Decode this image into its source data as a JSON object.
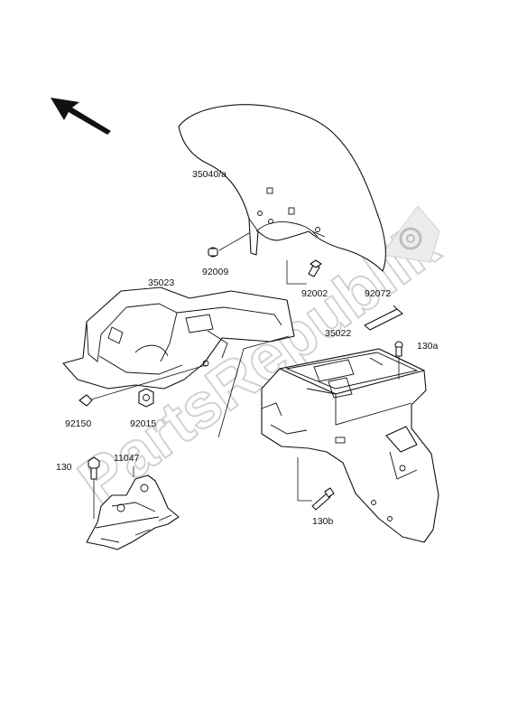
{
  "watermark": "PartsRepublik",
  "labels": {
    "front_fender": "35040/a",
    "bolt_92009": "92009",
    "bolt_92002": "92002",
    "band_92072": "92072",
    "inner_fender": "35023",
    "battery_case": "35022",
    "bolt_130a": "130a",
    "bolt_92150": "92150",
    "nut_92015": "92015",
    "bolt_130": "130",
    "bracket_11047": "11047",
    "bolt_130b": "130b"
  },
  "icons": [
    "direction-arrow-icon",
    "gear-icon"
  ]
}
